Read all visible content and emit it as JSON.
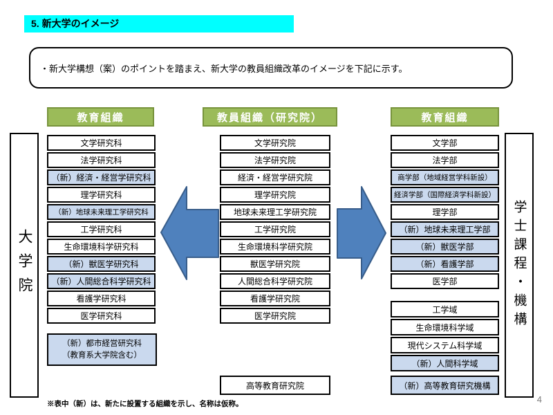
{
  "slide": {
    "title": "5. 新大学のイメージ",
    "intro": "・新大学構想（案）のポイントを踏まえ、新大学の教員組織改革のイメージを下記に示す。",
    "footnote": "※表中（新）は、新たに設置する組織を示し、名称は仮称。",
    "page_number": "4"
  },
  "sides": {
    "left_label": "大学院",
    "right_label": "学士課程・機構"
  },
  "cols": {
    "grad": {
      "header": "教育組織",
      "items": [
        {
          "label": "文学研究科",
          "highlight": false
        },
        {
          "label": "法学研究科",
          "highlight": false
        },
        {
          "label": "（新）経済・経営学研究科",
          "highlight": true
        },
        {
          "label": "理学研究科",
          "highlight": false
        },
        {
          "label": "（新）地球未来理工学研究科",
          "highlight": true
        },
        {
          "label": "工学研究科",
          "highlight": false
        },
        {
          "label": "生命環境科学研究科",
          "highlight": false
        },
        {
          "label": "（新）獣医学研究科",
          "highlight": true
        },
        {
          "label": "（新）人間総合科学研究科",
          "highlight": true
        },
        {
          "label": "看護学研究科",
          "highlight": false
        },
        {
          "label": "医学研究科",
          "highlight": false
        }
      ],
      "extra": {
        "line1": "（新）都市経営研究科",
        "line2": "（教育系大学院含む）",
        "highlight": true
      }
    },
    "faculty": {
      "header": "教員組織（研究院）",
      "items": [
        {
          "label": "文学研究院",
          "highlight": false
        },
        {
          "label": "法学研究院",
          "highlight": false
        },
        {
          "label": "経済・経営学研究院",
          "highlight": false
        },
        {
          "label": "理学研究院",
          "highlight": false
        },
        {
          "label": "地球未来理工学研究院",
          "highlight": false
        },
        {
          "label": "工学研究院",
          "highlight": false
        },
        {
          "label": "生命環境科学研究院",
          "highlight": false
        },
        {
          "label": "獣医学研究院",
          "highlight": false
        },
        {
          "label": "人間総合科学研究院",
          "highlight": false
        },
        {
          "label": "看護学研究院",
          "highlight": false
        },
        {
          "label": "医学研究院",
          "highlight": false
        }
      ],
      "bottom": {
        "label": "高等教育研究院",
        "highlight": false
      }
    },
    "ugrad": {
      "header": "教育組織",
      "group1": [
        {
          "label": "文学部",
          "highlight": false
        },
        {
          "label": "法学部",
          "highlight": false
        },
        {
          "label": "商学部（地域経営学科新設）",
          "highlight": true
        },
        {
          "label": "経済学部（国際経済学科新設）",
          "highlight": true
        },
        {
          "label": "理学部",
          "highlight": false
        },
        {
          "label": "（新）地球未来理工学部",
          "highlight": true
        },
        {
          "label": "（新）獣医学部",
          "highlight": true
        },
        {
          "label": "（新）看護学部",
          "highlight": true
        },
        {
          "label": "医学部",
          "highlight": false
        }
      ],
      "group2": [
        {
          "label": "工学域",
          "highlight": false
        },
        {
          "label": "生命環境科学域",
          "highlight": false
        },
        {
          "label": "現代システム科学域",
          "highlight": false
        },
        {
          "label": "（新）人間科学域",
          "highlight": true
        }
      ],
      "bottom": {
        "label": "（新）高等教育研究機構",
        "highlight": true
      }
    }
  },
  "colors": {
    "title_highlight": "#00FFFF",
    "header_green": "#9BBB59",
    "header_green_border": "#77933C",
    "highlight_blue": "#CAD9EE",
    "arrow_blue": "#4F81BD",
    "arrow_border": "#385D8A"
  }
}
